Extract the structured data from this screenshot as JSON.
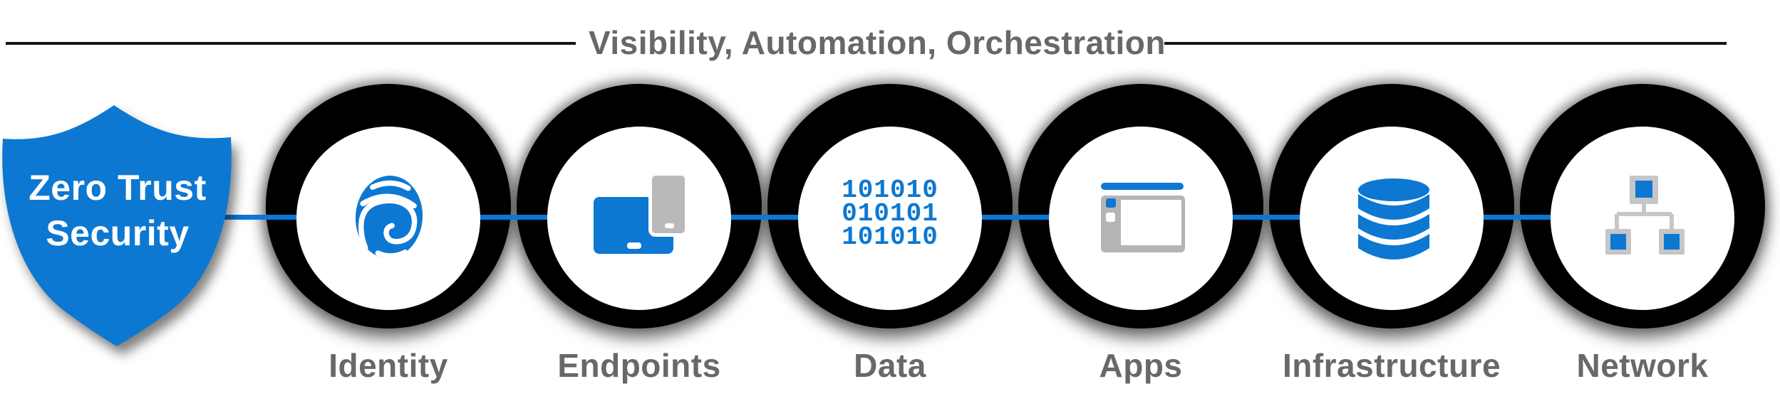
{
  "header": {
    "title": "Visibility, Automation, Orchestration"
  },
  "shield": {
    "line1": "Zero Trust",
    "line2": "Security"
  },
  "nodes": [
    {
      "label": "Identity",
      "icon": "fingerprint-icon"
    },
    {
      "label": "Endpoints",
      "icon": "laptop-and-phone-icon"
    },
    {
      "label": "Data",
      "icon": "binary-code-icon",
      "binary": [
        "101010",
        "010101",
        "101010"
      ]
    },
    {
      "label": "Apps",
      "icon": "app-window-icon"
    },
    {
      "label": "Infrastructure",
      "icon": "database-icon"
    },
    {
      "label": "Network",
      "icon": "network-topology-icon"
    }
  ],
  "colors": {
    "accent_blue": "#0d78d2",
    "icon_gray": "#b9b9b9",
    "outline_gray": "#c6c6c6",
    "label_gray": "#68686c",
    "ring_black": "#000000",
    "rule_black": "#141414",
    "shield_text": "#ffffff"
  }
}
